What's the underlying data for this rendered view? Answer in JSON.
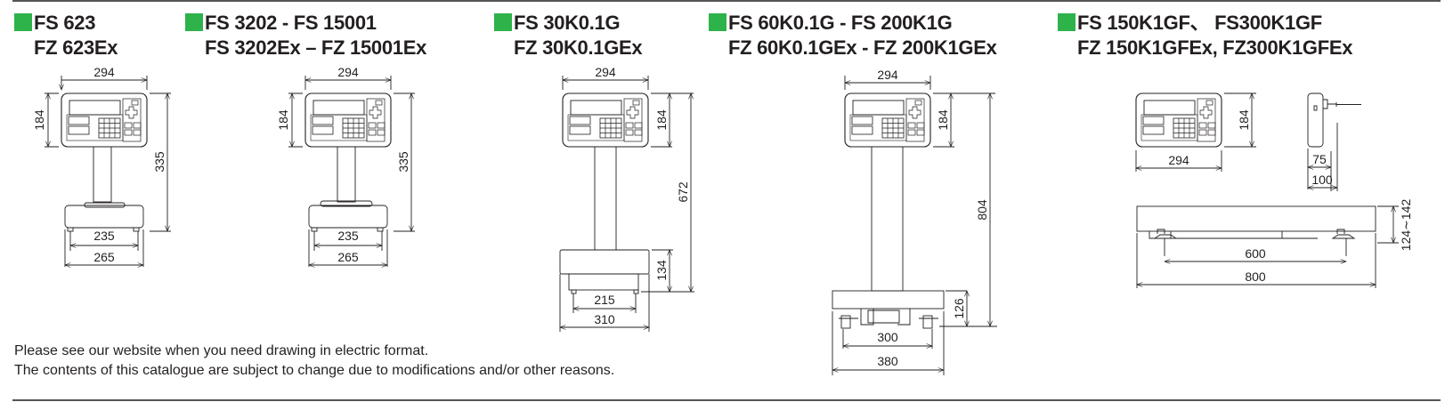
{
  "accent_color": "#2eb24a",
  "sections": [
    {
      "title_line1": "FS 623",
      "title_line2": "FZ 623Ex",
      "dims": {
        "display_width": "294",
        "display_height": "184",
        "total_height": "335",
        "foot_span": "235",
        "base_width": "265"
      }
    },
    {
      "title_line1": "FS 3202 - FS 15001",
      "title_line2": "FS 3202Ex – FZ 15001Ex",
      "dims": {
        "display_width": "294",
        "display_height": "184",
        "total_height": "335",
        "foot_span": "235",
        "base_width": "265"
      }
    },
    {
      "title_line1": "FS 30K0.1G",
      "title_line2": "FZ 30K0.1GEx",
      "dims": {
        "display_width": "294",
        "display_height": "184",
        "total_height": "672",
        "base_height": "134",
        "foot_span": "215",
        "base_width": "310"
      }
    },
    {
      "title_line1": "FS 60K0.1G - FS 200K1G",
      "title_line2": "FZ 60K0.1GEx - FZ 200K1GEx",
      "dims": {
        "display_width": "294",
        "display_height": "184",
        "total_height": "804",
        "base_height": "126",
        "foot_span": "300",
        "base_width": "380"
      }
    },
    {
      "title_line1": "FS 150K1GF、 FS300K1GF",
      "title_line2": "FZ 150K1GFEx, FZ300K1GFEx",
      "dims": {
        "display_width": "294",
        "display_height": "184",
        "side_depth": "75",
        "side_depth_total": "100",
        "platform_height": "124∼142",
        "foot_span": "600",
        "platform_width": "800"
      }
    }
  ],
  "notes": [
    "Please see our website when you need drawing in electric format.",
    "The contents of this catalogue are subject to change due to modifications and/or other reasons."
  ]
}
